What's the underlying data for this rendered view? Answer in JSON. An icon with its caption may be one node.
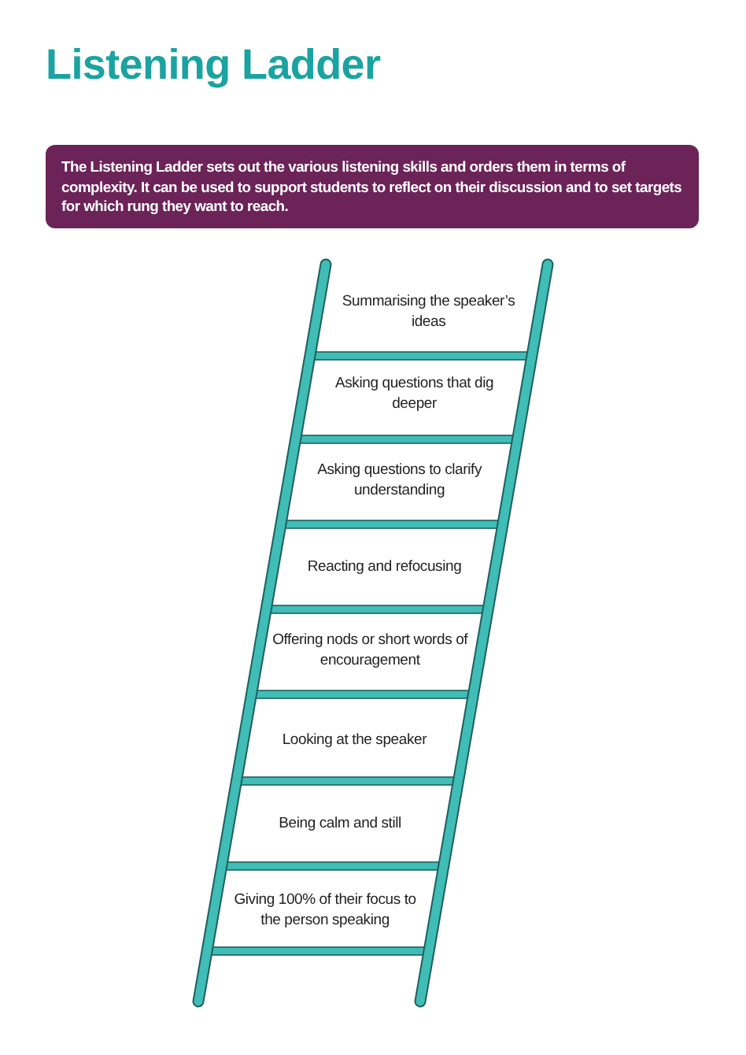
{
  "diagram": {
    "title": "Listening Ladder",
    "nodes": [
      {
        "text": [
          "The Listening Ladder sets out the various listening skills and orders them in terms of complexity. It can be used to support students to reflect on their discussion and to set targets for which rung they want to reach."
        ]
      }
    ],
    "labels": [
      "Summarising the speaker’s ideas",
      "Asking questions that dig deeper",
      "Asking questions to clarify understanding",
      "Reacting and refocusing",
      "Offering nods or short words of encouragement",
      "Looking at the speaker",
      "Being calm and still",
      "Giving 100% of their focus to the person speaking"
    ]
  }
}
